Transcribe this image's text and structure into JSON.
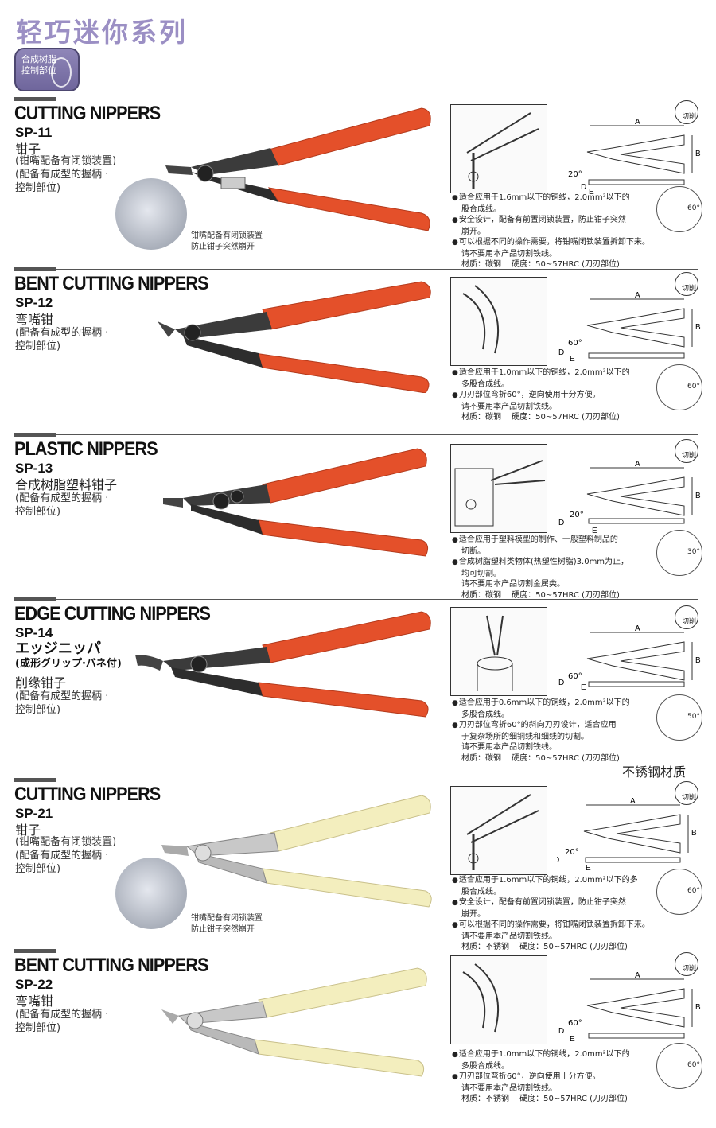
{
  "page": {
    "title": "轻巧迷你系列",
    "badge_line1": "合成树脂",
    "badge_line2": "控制部位",
    "stainless_note": "不锈钢材质"
  },
  "colors": {
    "red_handle": "#e4502a",
    "cream_handle": "#f3eebe",
    "title": "#9b8fc4"
  },
  "dims": {
    "a": "A",
    "b": "B",
    "d": "D",
    "e": "E"
  },
  "cut_label": "切削",
  "products": [
    {
      "name": "CUTTING NIPPERS",
      "model": "SP-11",
      "cn": "钳子",
      "sub": [
        "(钳嘴配备有闭锁装置)",
        "(配备有成型的握柄 ·",
        " 控制部位)"
      ],
      "inset_caption": [
        "钳嘴配备有闭锁装置",
        "防止钳子突然崩开"
      ],
      "angle_left": "20°",
      "angle_right": "60°",
      "specs": [
        {
          "t": "适合应用于1.6mm以下的铜线，2.0mm²以下的",
          "b": true
        },
        {
          "t": "股合成线。",
          "b": false
        },
        {
          "t": "安全设计，配备有前置闭锁装置，防止钳子突然",
          "b": true
        },
        {
          "t": "崩开。",
          "b": false
        },
        {
          "t": "可以根据不同的操作需要，将钳嘴闭锁装置拆卸下来。",
          "b": true
        },
        {
          "t": "请不要用本产品切割铁线。",
          "b": false
        },
        {
          "t": "材质：碳钢　 硬度：50~57HRC (刀刃部位)",
          "b": false
        }
      ]
    },
    {
      "name": "BENT CUTTING NIPPERS",
      "model": "SP-12",
      "cn": "弯嘴钳",
      "sub": [
        "(配备有成型的握柄 ·",
        " 控制部位)"
      ],
      "angle_left": "60°",
      "angle_right": "60°",
      "specs": [
        {
          "t": "适合应用于1.0mm以下的铜线，2.0mm²以下的",
          "b": true
        },
        {
          "t": "多股合成线。",
          "b": false
        },
        {
          "t": "刀刃部位弯折60°，逆向使用十分方便。",
          "b": true
        },
        {
          "t": "请不要用本产品切割铁线。",
          "b": false
        },
        {
          "t": "材质：碳钢　 硬度：50~57HRC (刀刃部位)",
          "b": false
        }
      ]
    },
    {
      "name": "PLASTIC NIPPERS",
      "model": "SP-13",
      "cn": "合成树脂塑料钳子",
      "sub": [
        "(配备有成型的握柄 ·",
        " 控制部位)"
      ],
      "angle_left": "20°",
      "angle_right": "30°",
      "specs": [
        {
          "t": "适合应用于塑料模型的制作、一般塑料制品的",
          "b": true
        },
        {
          "t": "切断。",
          "b": false
        },
        {
          "t": "合成树脂塑料类物体(热塑性树脂)3.0mm为止，",
          "b": true
        },
        {
          "t": "均可切割。",
          "b": false
        },
        {
          "t": "请不要用本产品切割金属类。",
          "b": false
        },
        {
          "t": "材质：碳钢　 硬度：50~57HRC (刀刃部位)",
          "b": false
        }
      ]
    },
    {
      "name": "EDGE CUTTING NIPPERS",
      "model": "SP-14",
      "jp": "エッジニッパ",
      "jp2": "(成形グリップ·バネ付)",
      "cn": "削缘钳子",
      "sub": [
        "(配备有成型的握柄 ·",
        " 控制部位)"
      ],
      "angle_left": "60°",
      "angle_right": "50°",
      "specs": [
        {
          "t": "适合应用于0.6mm以下的铜线，2.0mm²以下的",
          "b": true
        },
        {
          "t": "多股合成线。",
          "b": false
        },
        {
          "t": "刀刃部位弯折60°的斜向刀刃设计，适合应用",
          "b": true
        },
        {
          "t": "于复杂场所的细铜线和细线的切割。",
          "b": false
        },
        {
          "t": "请不要用本产品切割铁线。",
          "b": false
        },
        {
          "t": "材质：碳钢　 硬度：50~57HRC (刀刃部位)",
          "b": false
        }
      ]
    },
    {
      "name": "CUTTING NIPPERS",
      "model": "SP-21",
      "cn": "钳子",
      "sub": [
        "(钳嘴配备有闭锁装置)",
        "(配备有成型的握柄 ·",
        " 控制部位)"
      ],
      "inset_caption": [
        "钳嘴配备有闭锁装置",
        "防止钳子突然崩开"
      ],
      "angle_left": "20°",
      "angle_right": "60°",
      "specs": [
        {
          "t": "适合应用于1.6mm以下的铜线，2.0mm²以下的多",
          "b": true
        },
        {
          "t": "股合成线。",
          "b": false
        },
        {
          "t": "安全设计，配备有前置闭锁装置，防止钳子突然",
          "b": true
        },
        {
          "t": "崩开。",
          "b": false
        },
        {
          "t": "可以根据不同的操作需要，将钳嘴闭锁装置拆卸下来。",
          "b": true
        },
        {
          "t": "请不要用本产品切割铁线。",
          "b": false
        },
        {
          "t": "材质：不锈钢　 硬度：50~57HRC (刀刃部位)",
          "b": false
        }
      ]
    },
    {
      "name": "BENT CUTTING NIPPERS",
      "model": "SP-22",
      "cn": "弯嘴钳",
      "sub": [
        "(配备有成型的握柄 ·",
        " 控制部位)"
      ],
      "angle_left": "60°",
      "angle_right": "60°",
      "specs": [
        {
          "t": "适合应用于1.0mm以下的铜线，2.0mm²以下的",
          "b": true
        },
        {
          "t": "多股合成线。",
          "b": false
        },
        {
          "t": "刀刃部位弯折60°，逆向使用十分方便。",
          "b": true
        },
        {
          "t": "请不要用本产品切割铁线。",
          "b": false
        },
        {
          "t": "材质：不锈钢　 硬度：50~57HRC (刀刃部位)",
          "b": false
        }
      ]
    }
  ]
}
